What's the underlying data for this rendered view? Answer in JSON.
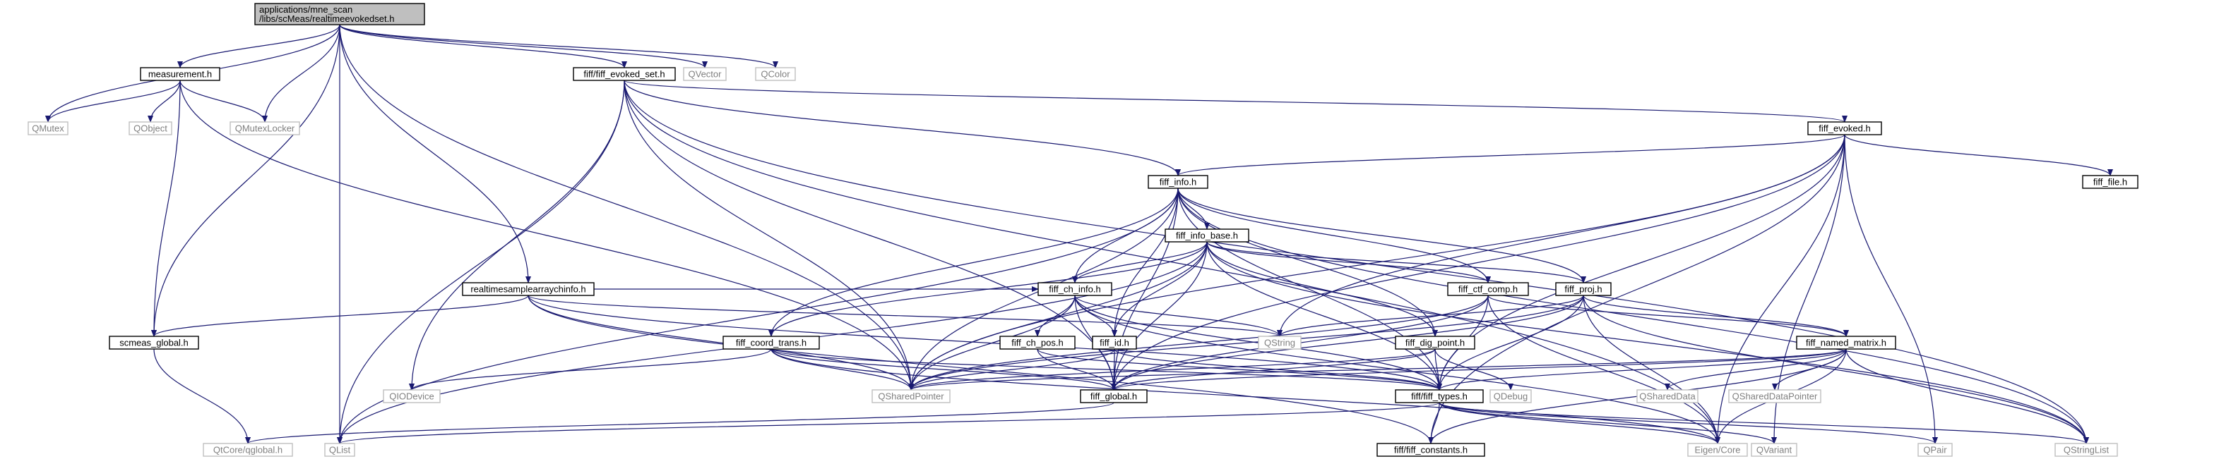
{
  "graph": {
    "root": "applications/mne_scan/libs/scMeas/realtimeevokedset.h",
    "colors": {
      "edge": "#191970",
      "root_fill": "#bfbfbf",
      "node_stroke": "#000000",
      "external_stroke": "#bfbfbf",
      "external_text": "#808080"
    },
    "nodes": {
      "root": {
        "lines": [
          "applications/mne_scan",
          "/libs/scMeas/realtimeevokedset.h"
        ],
        "external": false
      },
      "measurement": {
        "lines": [
          "measurement.h"
        ],
        "external": false
      },
      "ffevset": {
        "lines": [
          "fiff/fiff_evoked_set.h"
        ],
        "external": false
      },
      "qvector": {
        "lines": [
          "QVector"
        ],
        "external": true
      },
      "qcolor": {
        "lines": [
          "QColor"
        ],
        "external": true
      },
      "qmutex": {
        "lines": [
          "QMutex"
        ],
        "external": true
      },
      "qobject": {
        "lines": [
          "QObject"
        ],
        "external": true
      },
      "qmutexlocker": {
        "lines": [
          "QMutexLocker"
        ],
        "external": true
      },
      "ffevoked": {
        "lines": [
          "fiff_evoked.h"
        ],
        "external": false
      },
      "ffinfo": {
        "lines": [
          "fiff_info.h"
        ],
        "external": false
      },
      "fffile": {
        "lines": [
          "fiff_file.h"
        ],
        "external": false
      },
      "ffinfobase": {
        "lines": [
          "fiff_info_base.h"
        ],
        "external": false
      },
      "rtsai": {
        "lines": [
          "realtimesamplearraychinfo.h"
        ],
        "external": false
      },
      "ffchinfo": {
        "lines": [
          "fiff_ch_info.h"
        ],
        "external": false
      },
      "ffctfcomp": {
        "lines": [
          "fiff_ctf_comp.h"
        ],
        "external": false
      },
      "ffproj": {
        "lines": [
          "fiff_proj.h"
        ],
        "external": false
      },
      "qstring": {
        "lines": [
          "QString"
        ],
        "external": true
      },
      "scmeasglobal": {
        "lines": [
          "scmeas_global.h"
        ],
        "external": false
      },
      "ffcoordtrans": {
        "lines": [
          "fiff_coord_trans.h"
        ],
        "external": false
      },
      "ffchpos": {
        "lines": [
          "fiff_ch_pos.h"
        ],
        "external": false
      },
      "ffid": {
        "lines": [
          "fiff_id.h"
        ],
        "external": false
      },
      "ffdigpoint": {
        "lines": [
          "fiff_dig_point.h"
        ],
        "external": false
      },
      "ffnamedmatrix": {
        "lines": [
          "fiff_named_matrix.h"
        ],
        "external": false
      },
      "qiodevice": {
        "lines": [
          "QIODevice"
        ],
        "external": true
      },
      "qsharedpointer": {
        "lines": [
          "QSharedPointer"
        ],
        "external": true
      },
      "ffglobal": {
        "lines": [
          "fiff_global.h"
        ],
        "external": false
      },
      "fftypes": {
        "lines": [
          "fiff/fiff_types.h"
        ],
        "external": false
      },
      "qdebug": {
        "lines": [
          "QDebug"
        ],
        "external": true
      },
      "qshareddata": {
        "lines": [
          "QSharedData"
        ],
        "external": true
      },
      "qshareddatapointer": {
        "lines": [
          "QSharedDataPointer"
        ],
        "external": true
      },
      "qtcoreglobal": {
        "lines": [
          "QtCore/qglobal.h"
        ],
        "external": true
      },
      "qlist": {
        "lines": [
          "QList"
        ],
        "external": true
      },
      "ffconstants": {
        "lines": [
          "fiff/fiff_constants.h"
        ],
        "external": false
      },
      "eigencore": {
        "lines": [
          "Eigen/Core"
        ],
        "external": true
      },
      "qvariant": {
        "lines": [
          "QVariant"
        ],
        "external": true
      },
      "qpair": {
        "lines": [
          "QPair"
        ],
        "external": true
      },
      "qstringlist": {
        "lines": [
          "QStringList"
        ],
        "external": true
      }
    },
    "edges": [
      [
        "root",
        "measurement"
      ],
      [
        "root",
        "ffevset"
      ],
      [
        "root",
        "qvector"
      ],
      [
        "root",
        "qcolor"
      ],
      [
        "root",
        "qmutex"
      ],
      [
        "root",
        "qmutexlocker"
      ],
      [
        "root",
        "rtsai"
      ],
      [
        "root",
        "scmeasglobal"
      ],
      [
        "root",
        "qsharedpointer"
      ],
      [
        "root",
        "qlist"
      ],
      [
        "measurement",
        "qmutex"
      ],
      [
        "measurement",
        "qobject"
      ],
      [
        "measurement",
        "qmutexlocker"
      ],
      [
        "measurement",
        "scmeasglobal"
      ],
      [
        "measurement",
        "qsharedpointer"
      ],
      [
        "ffevset",
        "ffevoked"
      ],
      [
        "ffevset",
        "ffinfo"
      ],
      [
        "ffevset",
        "qiodevice"
      ],
      [
        "ffevset",
        "qsharedpointer"
      ],
      [
        "ffevset",
        "ffglobal"
      ],
      [
        "ffevset",
        "qlist"
      ],
      [
        "ffevset",
        "eigencore"
      ],
      [
        "ffevset",
        "qstringlist"
      ],
      [
        "ffevoked",
        "ffinfo"
      ],
      [
        "ffevoked",
        "fffile"
      ],
      [
        "ffevoked",
        "qstring"
      ],
      [
        "ffevoked",
        "qsharedpointer"
      ],
      [
        "ffevoked",
        "ffglobal"
      ],
      [
        "ffevoked",
        "fftypes"
      ],
      [
        "ffevoked",
        "ffconstants"
      ],
      [
        "ffevoked",
        "eigencore"
      ],
      [
        "ffevoked",
        "qvariant"
      ],
      [
        "ffevoked",
        "qpair"
      ],
      [
        "ffinfo",
        "ffinfobase"
      ],
      [
        "ffinfo",
        "ffchinfo"
      ],
      [
        "ffinfo",
        "ffctfcomp"
      ],
      [
        "ffinfo",
        "ffproj"
      ],
      [
        "ffinfo",
        "ffcoordtrans"
      ],
      [
        "ffinfo",
        "ffid"
      ],
      [
        "ffinfo",
        "ffdigpoint"
      ],
      [
        "ffinfo",
        "qsharedpointer"
      ],
      [
        "ffinfo",
        "ffglobal"
      ],
      [
        "ffinfo",
        "fftypes"
      ],
      [
        "ffinfo",
        "qlist"
      ],
      [
        "ffinfo",
        "qstringlist"
      ],
      [
        "ffinfobase",
        "ffchinfo"
      ],
      [
        "ffinfobase",
        "ffctfcomp"
      ],
      [
        "ffinfobase",
        "ffproj"
      ],
      [
        "ffinfobase",
        "ffcoordtrans"
      ],
      [
        "ffinfobase",
        "ffid"
      ],
      [
        "ffinfobase",
        "ffdigpoint"
      ],
      [
        "ffinfobase",
        "qsharedpointer"
      ],
      [
        "ffinfobase",
        "ffglobal"
      ],
      [
        "ffinfobase",
        "fftypes"
      ],
      [
        "ffinfobase",
        "qlist"
      ],
      [
        "ffinfobase",
        "qstringlist"
      ],
      [
        "rtsai",
        "scmeasglobal"
      ],
      [
        "rtsai",
        "qsharedpointer"
      ],
      [
        "rtsai",
        "qstring"
      ],
      [
        "rtsai",
        "ffchinfo"
      ],
      [
        "rtsai",
        "fftypes"
      ],
      [
        "rtsai",
        "ffconstants"
      ],
      [
        "ffchinfo",
        "ffchpos"
      ],
      [
        "ffchinfo",
        "ffid"
      ],
      [
        "ffchinfo",
        "qsharedpointer"
      ],
      [
        "ffchinfo",
        "ffglobal"
      ],
      [
        "ffchinfo",
        "fftypes"
      ],
      [
        "ffchinfo",
        "qstring"
      ],
      [
        "ffchinfo",
        "eigencore"
      ],
      [
        "ffctfcomp",
        "ffnamedmatrix"
      ],
      [
        "ffctfcomp",
        "qsharedpointer"
      ],
      [
        "ffctfcomp",
        "ffglobal"
      ],
      [
        "ffctfcomp",
        "fftypes"
      ],
      [
        "ffctfcomp",
        "eigencore"
      ],
      [
        "ffproj",
        "ffnamedmatrix"
      ],
      [
        "ffproj",
        "qstring"
      ],
      [
        "ffproj",
        "qsharedpointer"
      ],
      [
        "ffproj",
        "ffglobal"
      ],
      [
        "ffproj",
        "fftypes"
      ],
      [
        "ffproj",
        "eigencore"
      ],
      [
        "ffproj",
        "qstringlist"
      ],
      [
        "scmeasglobal",
        "qtcoreglobal"
      ],
      [
        "ffcoordtrans",
        "qiodevice"
      ],
      [
        "ffcoordtrans",
        "qsharedpointer"
      ],
      [
        "ffcoordtrans",
        "ffglobal"
      ],
      [
        "ffcoordtrans",
        "fftypes"
      ],
      [
        "ffcoordtrans",
        "eigencore"
      ],
      [
        "ffchpos",
        "ffglobal"
      ],
      [
        "ffchpos",
        "fftypes"
      ],
      [
        "ffid",
        "ffglobal"
      ],
      [
        "ffid",
        "fftypes"
      ],
      [
        "ffid",
        "qsharedpointer"
      ],
      [
        "ffdigpoint",
        "ffglobal"
      ],
      [
        "ffdigpoint",
        "fftypes"
      ],
      [
        "ffdigpoint",
        "qdebug"
      ],
      [
        "ffdigpoint",
        "qsharedpointer"
      ],
      [
        "ffnamedmatrix",
        "qsharedpointer"
      ],
      [
        "ffnamedmatrix",
        "ffglobal"
      ],
      [
        "ffnamedmatrix",
        "fftypes"
      ],
      [
        "ffnamedmatrix",
        "qshareddata"
      ],
      [
        "ffnamedmatrix",
        "qshareddatapointer"
      ],
      [
        "ffnamedmatrix",
        "eigencore"
      ],
      [
        "ffnamedmatrix",
        "qstringlist"
      ],
      [
        "ffnamedmatrix",
        "ffconstants"
      ],
      [
        "ffglobal",
        "qtcoreglobal"
      ],
      [
        "fftypes",
        "qlist"
      ],
      [
        "fftypes",
        "ffconstants"
      ],
      [
        "fftypes",
        "eigencore"
      ],
      [
        "fftypes",
        "qvariant"
      ],
      [
        "fftypes",
        "qpair"
      ],
      [
        "fftypes",
        "qstringlist"
      ]
    ]
  }
}
